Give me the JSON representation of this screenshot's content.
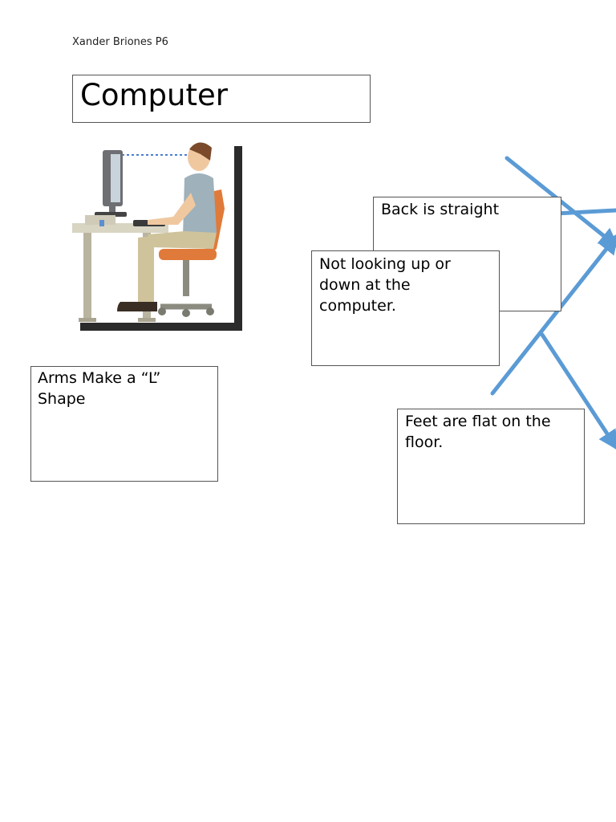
{
  "author": "Xander Briones P6",
  "title": "Computer",
  "callouts": {
    "back": "Back is straight",
    "looking": "Not looking up or down at the computer.",
    "arms": "Arms Make a “L” Shape",
    "feet": "Feet are flat on the floor."
  },
  "colors": {
    "arrow": "#5b9bd5",
    "chair": "#e07a3a",
    "shirt": "#9fb1bb",
    "pants": "#cfc39c"
  }
}
